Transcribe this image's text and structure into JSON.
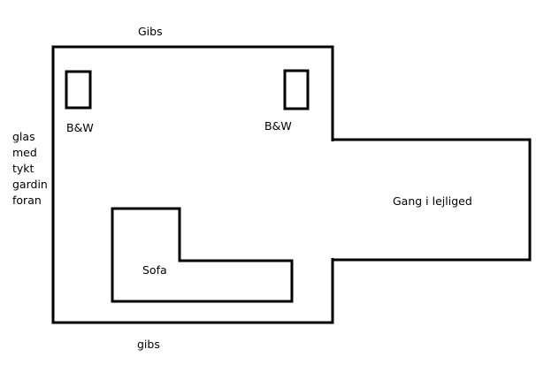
{
  "labels": {
    "wall_top": "Gibs",
    "wall_bottom": "gibs",
    "wall_left_lines": [
      "glas",
      "med",
      "tykt",
      "gardin",
      "foran"
    ],
    "speaker_left": "B&W",
    "speaker_right": "B&W",
    "sofa": "Sofa",
    "hallway": "Gang i lejliged"
  },
  "colors": {
    "stroke": "#000000",
    "background": "#ffffff"
  }
}
